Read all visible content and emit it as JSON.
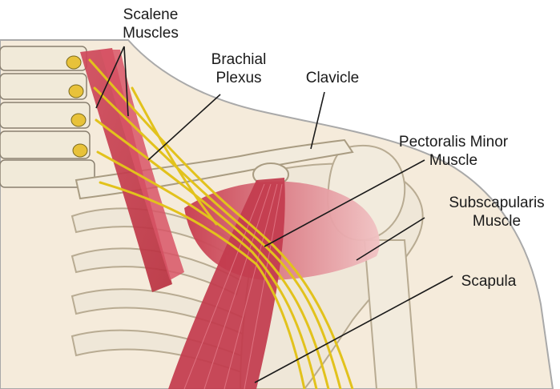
{
  "labels": {
    "scalene": [
      "Scalene",
      "Muscles"
    ],
    "brachial": [
      "Brachial",
      "Plexus"
    ],
    "clavicle": [
      "Clavicle"
    ],
    "pectoralis": [
      "Pectoralis Minor",
      "Muscle"
    ],
    "subscapularis": [
      "Subscapularis",
      "Muscle"
    ],
    "scapula": [
      "Scapula"
    ]
  },
  "colors": {
    "background": "#ffffff",
    "skin": "#f3e8d6",
    "bone": "#efe7d8",
    "bone_outline": "#b8ab92",
    "muscle": "#c93a4f",
    "muscle_light": "#e07a87",
    "nerve": "#e2c21c",
    "body_outline": "#a9a9a9",
    "leader_line": "#1a1a1a"
  },
  "icons": [
    "neck-shoulder-anatomy-illustration"
  ]
}
